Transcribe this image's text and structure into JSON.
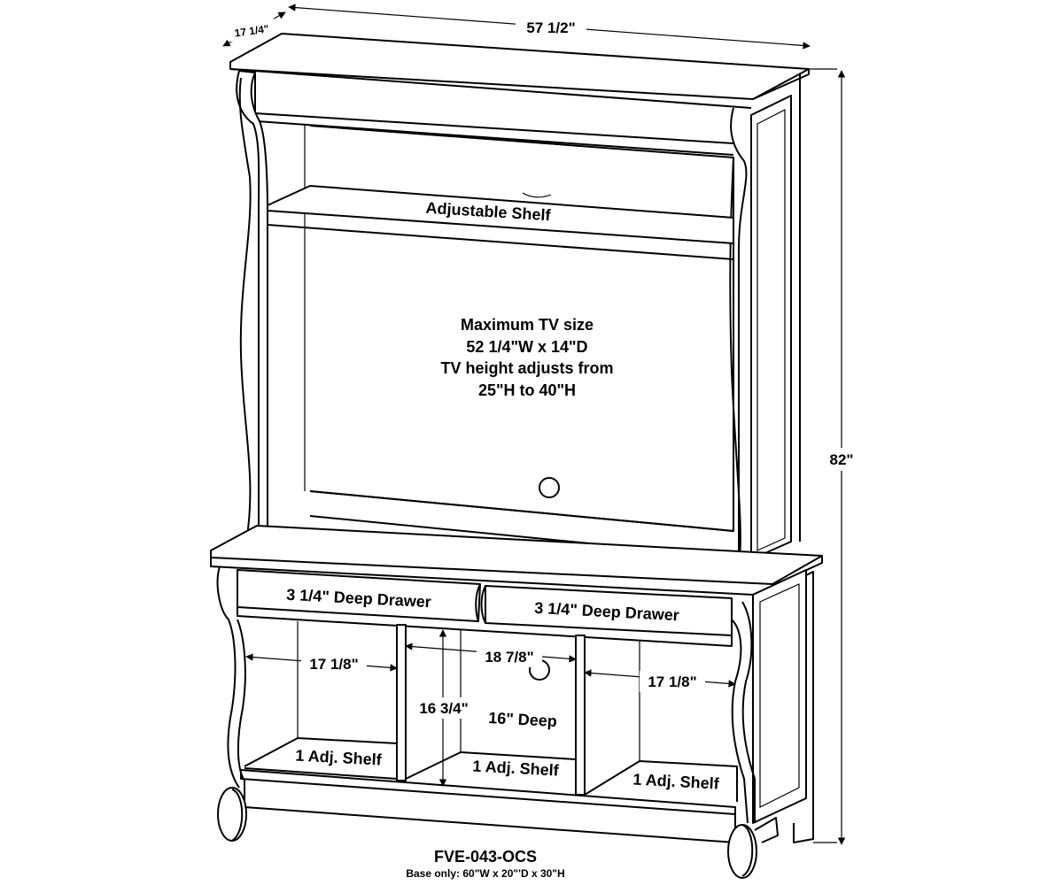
{
  "dimensions": {
    "depth_top": "17 1/4\"",
    "width_top": "57 1/2\"",
    "height_total": "82\"",
    "cubby_left_width": "17 1/8\"",
    "cubby_center_width": "18 7/8\"",
    "cubby_right_width": "17 1/8\"",
    "cubby_height": "16 3/4\"",
    "cubby_depth": "16\" Deep"
  },
  "hutch": {
    "shelf_label": "Adjustable Shelf",
    "tv_info": [
      "Maximum TV size",
      "52 1/4\"W x 14\"D",
      "TV height adjusts from",
      "25\"H to 40\"H"
    ]
  },
  "base": {
    "drawer_left": "3 1/4\" Deep Drawer",
    "drawer_right": "3 1/4\" Deep Drawer",
    "shelf_left": "1 Adj. Shelf",
    "shelf_center": "1 Adj. Shelf",
    "shelf_right": "1 Adj. Shelf"
  },
  "footer": {
    "model": "FVE-043-OCS",
    "base_dims": "Base only: 60\"W x 20\"'D x 30\"H"
  }
}
